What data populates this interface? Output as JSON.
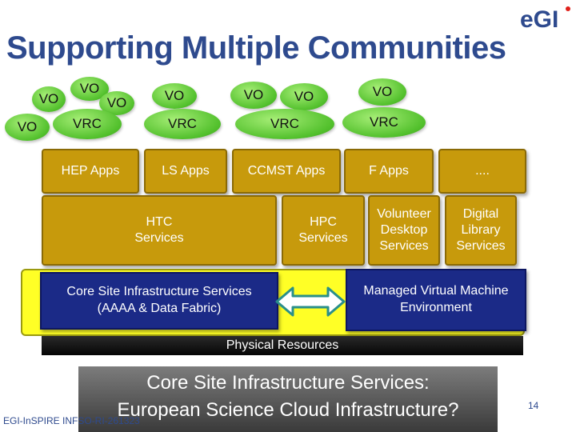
{
  "title": "Supporting Multiple Communities",
  "logo_text": "eGI",
  "vo_label": "VO",
  "vrc_label": "VRC",
  "apps": {
    "hep": "HEP Apps",
    "ls": "LS Apps",
    "ccmst": "CCMST Apps",
    "f": "F Apps",
    "more": "...."
  },
  "services": {
    "htc": "HTC\nServices",
    "hpc": "HPC\nServices",
    "volunteer": "Volunteer\nDesktop\nServices",
    "digital_library": "Digital\nLibrary\nServices"
  },
  "core_site": "Core Site Infrastructure Services\n(AAAA & Data Fabric)",
  "managed_vm": "Managed Virtual Machine\nEnvironment",
  "physical": "Physical Resources",
  "banner": {
    "line1": "Core Site Infrastructure Services:",
    "line2": "European Science Cloud Infrastructure?"
  },
  "footer": "EGI-InSPIRE INFSO-RI-261323",
  "page_number": "14",
  "colors": {
    "title": "#2e4a8e",
    "green_bubble": "#52c02c",
    "app_box": "#c79a0c",
    "core_box": "#1b2a87",
    "platform": "#ffff26"
  }
}
